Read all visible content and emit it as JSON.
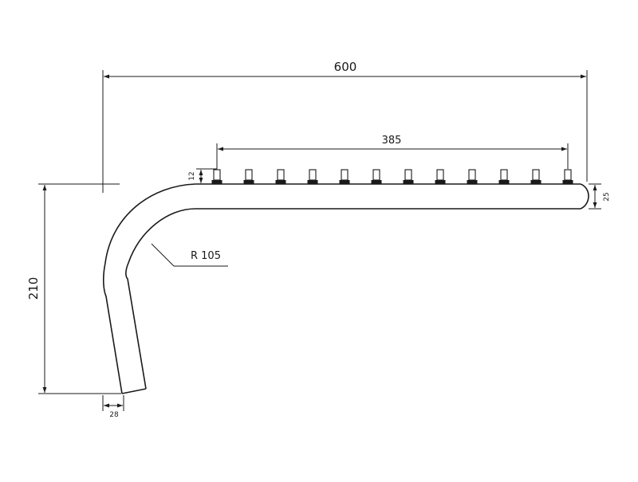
{
  "dimensions": {
    "overall_length": "600",
    "outlet_span": "385",
    "height": "210",
    "bend_radius": "R 105",
    "outlet_height": "12",
    "pipe_diameter": "25",
    "end_width": "28"
  },
  "outlets": {
    "count": 12
  }
}
